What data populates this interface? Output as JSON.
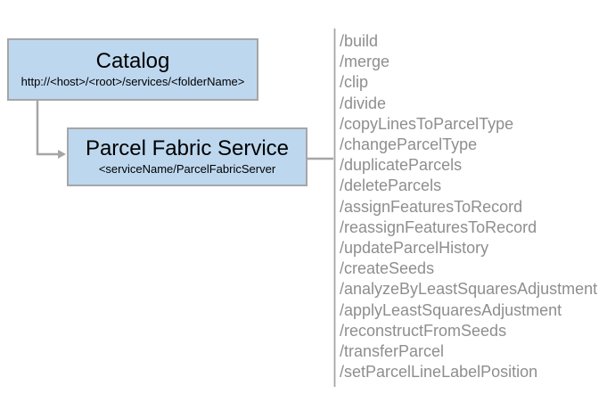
{
  "diagram": {
    "catalog_box": {
      "title": "Catalog",
      "subtitle": "http://<host>/<root>/services/<folderName>"
    },
    "service_box": {
      "title": "Parcel Fabric Service",
      "subtitle": "<serviceName/ParcelFabricServer"
    },
    "endpoints": [
      "/build",
      "/merge",
      "/clip",
      "/divide",
      "/copyLinesToParcelType",
      "/changeParcelType",
      "/duplicateParcels",
      "/deleteParcels",
      "/assignFeaturesToRecord",
      "/reassignFeaturesToRecord",
      "/updateParcelHistory",
      "/createSeeds",
      "/analyzeByLeastSquaresAdjustment",
      "/applyLeastSquaresAdjustment",
      "/reconstructFromSeeds",
      "/transferParcel",
      "/setParcelLineLabelPosition"
    ],
    "colors": {
      "box_fill": "#BDD7EE",
      "box_border": "#A6A6A6",
      "box_text": "#000000",
      "connector": "#A6A6A6",
      "divider": "#A6A6A6",
      "endpoint_text": "#8E8E8E"
    }
  }
}
